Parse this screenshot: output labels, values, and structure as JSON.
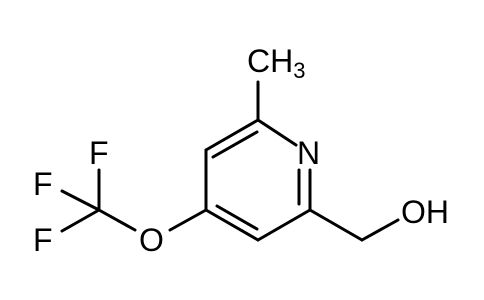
{
  "structure": {
    "labels": {
      "nitrogen": "N",
      "methyl_main": "CH",
      "methyl_sub": "3",
      "hydroxyl": "OH",
      "ether_oxygen": "O",
      "fluorine_top": "F",
      "fluorine_left": "F",
      "fluorine_bottom": "F"
    },
    "colors": {
      "bond": "#000000",
      "text": "#000000",
      "background": "#ffffff"
    }
  }
}
